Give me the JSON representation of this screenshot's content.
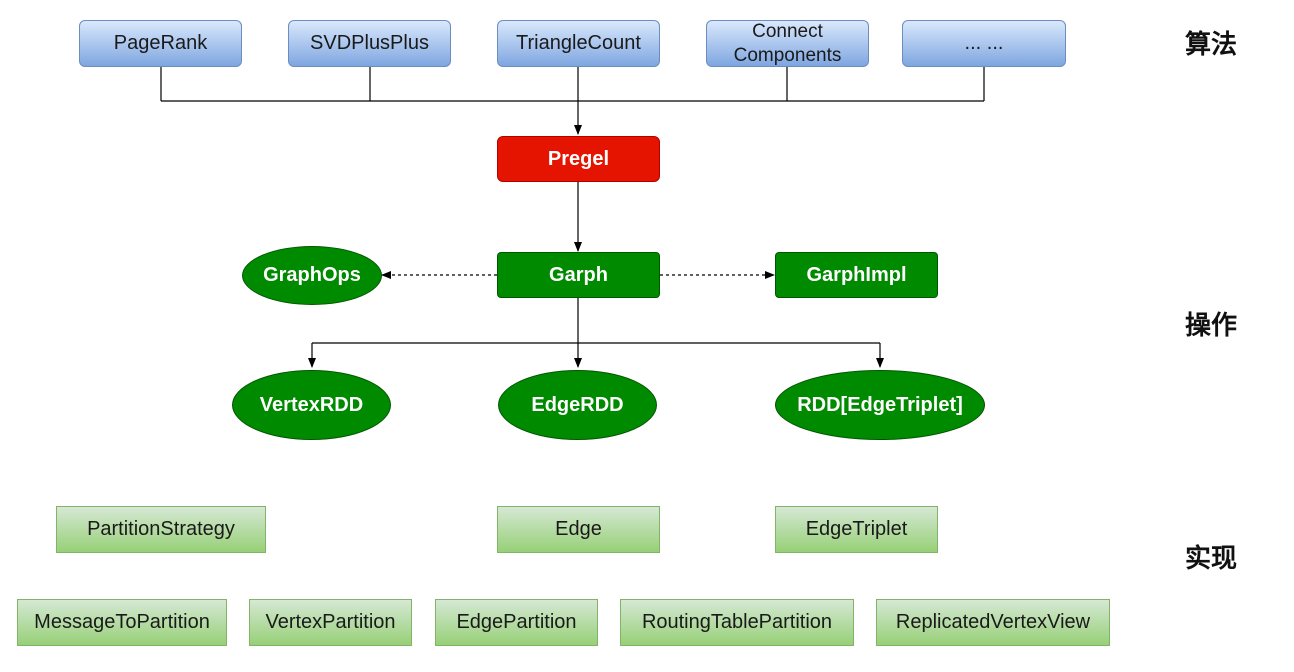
{
  "layers": {
    "algorithm": "算法",
    "operation": "操作",
    "implementation": "实现"
  },
  "algorithms": {
    "pagerank": "PageRank",
    "svdplusplus": "SVDPlusPlus",
    "trianglecount": "TriangleCount",
    "connect_components": "Connect Components",
    "more": "... ..."
  },
  "core": {
    "pregel": "Pregel",
    "graph": "Garph",
    "graphops": "GraphOps",
    "graphimpl": "GarphImpl"
  },
  "rdds": {
    "vertexrdd": "VertexRDD",
    "edgerdd": "EdgeRDD",
    "edgetriplet_rdd": "RDD[EdgeTriplet]"
  },
  "implementation": {
    "row1": {
      "partitionstrategy": "PartitionStrategy",
      "edge": "Edge",
      "edgetriplet": "EdgeTriplet"
    },
    "row2": {
      "messagetopartition": "MessageToPartition",
      "vertexpartition": "VertexPartition",
      "edgepartition": "EdgePartition",
      "routingtablepartition": "RoutingTablePartition",
      "replicatedvertexview": "ReplicatedVertexView"
    }
  },
  "colors": {
    "algorithm_fill_top": "#dae8fc",
    "algorithm_fill_bottom": "#7ea6e0",
    "pregel_fill": "#e51400",
    "graph_fill": "#008a00",
    "implementation_fill_top": "#d5e8d4",
    "implementation_fill_bottom": "#97d077",
    "connector": "#000000"
  }
}
